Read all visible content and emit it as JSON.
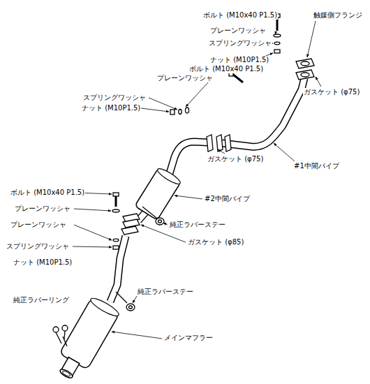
{
  "diagram": {
    "labels": [
      "ボルト (M10x40 P1.5)",
      "プレーンワッシャ",
      "スプリングワッシャ",
      "ナット (M10P1.5)",
      "触媒側フランジ",
      "ボルト (M10x40 P1.5)",
      "プレーンワッシャ",
      "スプリングワッシャ",
      "ナット (M10P1.5)",
      "ガスケット (φ75)",
      "ガスケット (φ75)",
      "#1中間パイプ",
      "#2中間パイプ",
      "ボルト (M10x40 P1.5)",
      "プレーンワッシャ",
      "純正ラバーステー",
      "プレーンワッシャ",
      "ガスケット (φ85)",
      "スプリングワッシャ",
      "ナット (M10P1.5)",
      "純正ラバーステー",
      "純正ラバーリング",
      "メインマフラー"
    ]
  }
}
